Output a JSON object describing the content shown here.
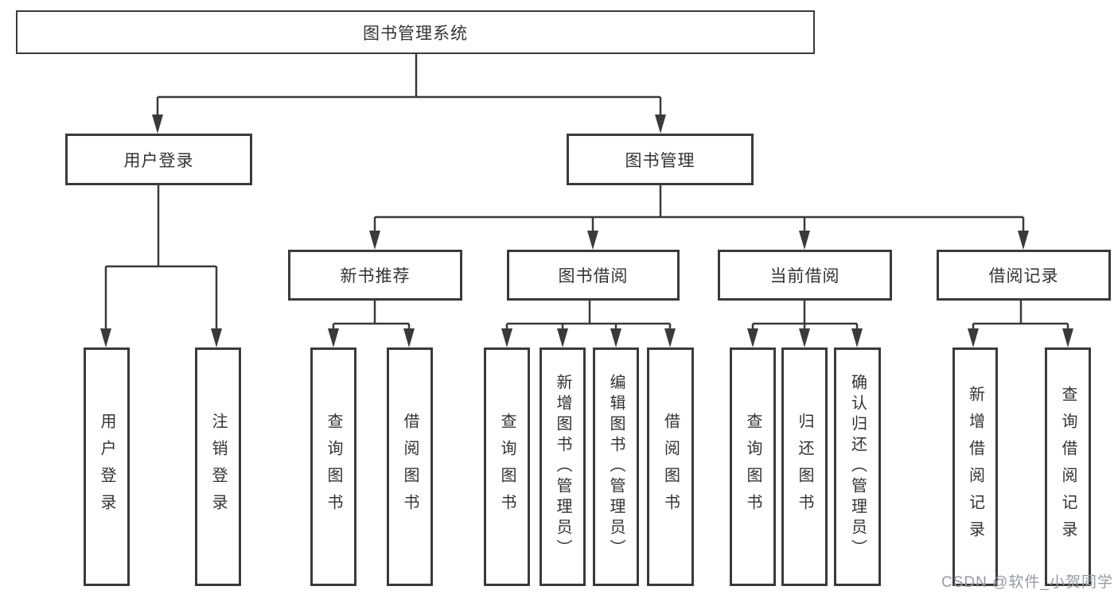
{
  "nodes": {
    "root": {
      "label": "图书管理系统"
    },
    "user_login": {
      "label": "用户登录"
    },
    "book_mgmt": {
      "label": "图书管理"
    },
    "new_book_rec": {
      "label": "新书推荐"
    },
    "book_borrow": {
      "label": "图书借阅"
    },
    "current_borrow": {
      "label": "当前借阅"
    },
    "borrow_records": {
      "label": "借阅记录"
    },
    "login": {
      "label": "用户登录"
    },
    "logout": {
      "label": "注销登录"
    },
    "rec_query_books": {
      "label": "查询图书"
    },
    "rec_borrow_books": {
      "label": "借阅图书"
    },
    "bb_query_books": {
      "label": "查询图书"
    },
    "bb_add_books": {
      "label": "新增图书（管理员）"
    },
    "bb_edit_books": {
      "label": "编辑图书（管理员）"
    },
    "bb_borrow_books": {
      "label": "借阅图书"
    },
    "cb_query_books": {
      "label": "查询图书"
    },
    "cb_return_books": {
      "label": "归还图书"
    },
    "cb_confirm_return": {
      "label": "确认归还（管理员）"
    },
    "br_add_record": {
      "label": "新增借阅记录"
    },
    "br_query_record": {
      "label": "查询借阅记录"
    }
  },
  "watermark": {
    "text": "CSDN @软件_小贺同学"
  },
  "colors": {
    "line": "#3a3a3a",
    "box_border": "#3a3a3a",
    "text": "#333333",
    "background": "#ffffff",
    "watermark": "#949aa4"
  }
}
